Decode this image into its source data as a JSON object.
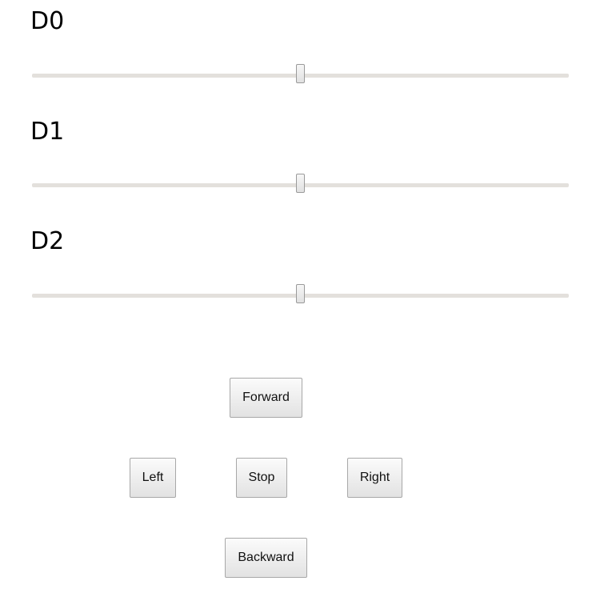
{
  "sliders": [
    {
      "label": "D0",
      "value": 0.5
    },
    {
      "label": "D1",
      "value": 0.5
    },
    {
      "label": "D2",
      "value": 0.5
    }
  ],
  "controls": {
    "forward_label": "Forward",
    "left_label": "Left",
    "stop_label": "Stop",
    "right_label": "Right",
    "backward_label": "Backward"
  },
  "colors": {
    "track": "#e3e0dc",
    "button_border": "#a8a8a8"
  }
}
